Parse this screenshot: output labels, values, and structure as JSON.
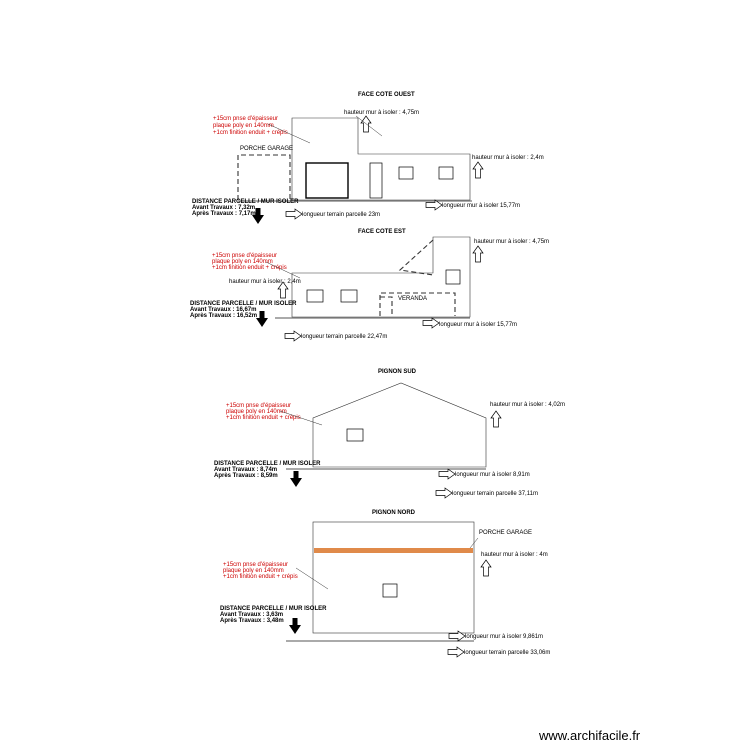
{
  "common": {
    "insulation_line1": "+15cm pnse d'épaisseur",
    "insulation_line2": "plaque poly en 140mm",
    "insulation_line3": "+1cm finition enduit + crépis",
    "distance_title": "DISTANCE PARCELLE / MUR ISOLER"
  },
  "ouest": {
    "title": "FACE COTE OUEST",
    "porche": "PORCHE GARAGE",
    "hauteur_high": "hauteur mur à isoler : 4,75m",
    "hauteur_low": "hauteur mur à isoler : 2,4m",
    "longueur_mur": "longueur mur à isoler 15,77m",
    "longueur_terrain": "longueur terrain parcelle 23m",
    "avant": "Avant Travaux : 7,32m",
    "apres": "Après Travaux : 7,17m"
  },
  "est": {
    "title": "FACE COTE EST",
    "hauteur_high": "hauteur mur à isoler : 4,75m",
    "hauteur_low": "hauteur mur à isoler : 2,4m",
    "veranda": "VERANDA",
    "longueur_mur": "longueur mur à isoler 15,77m",
    "longueur_terrain": "longueur terrain parcelle 22,47m",
    "avant": "Avant Travaux : 16,67m",
    "apres": "Après Travaux : 16,52m"
  },
  "sud": {
    "title": "PIGNON SUD",
    "hauteur": "hauteur mur à isoler : 4,02m",
    "longueur_mur": "longueur mur à isoler 8,91m",
    "longueur_terrain": "longueur terrain parcelle 37,11m",
    "avant": "Avant Travaux : 8,74m",
    "apres": "Après Travaux : 8,59m"
  },
  "nord": {
    "title": "PIGNON NORD",
    "porche": "PORCHE GARAGE",
    "hauteur": "hauteur mur à isoler : 4m",
    "longueur_mur": "longueur mur à isoler 9,861m",
    "longueur_terrain": "longueur terrain parcelle 33,06m",
    "avant": "Avant Travaux : 3,63m",
    "apres": "Après Travaux : 3,48m",
    "porche_color": "#e08a4a"
  },
  "watermark": "www.archifacile.fr"
}
